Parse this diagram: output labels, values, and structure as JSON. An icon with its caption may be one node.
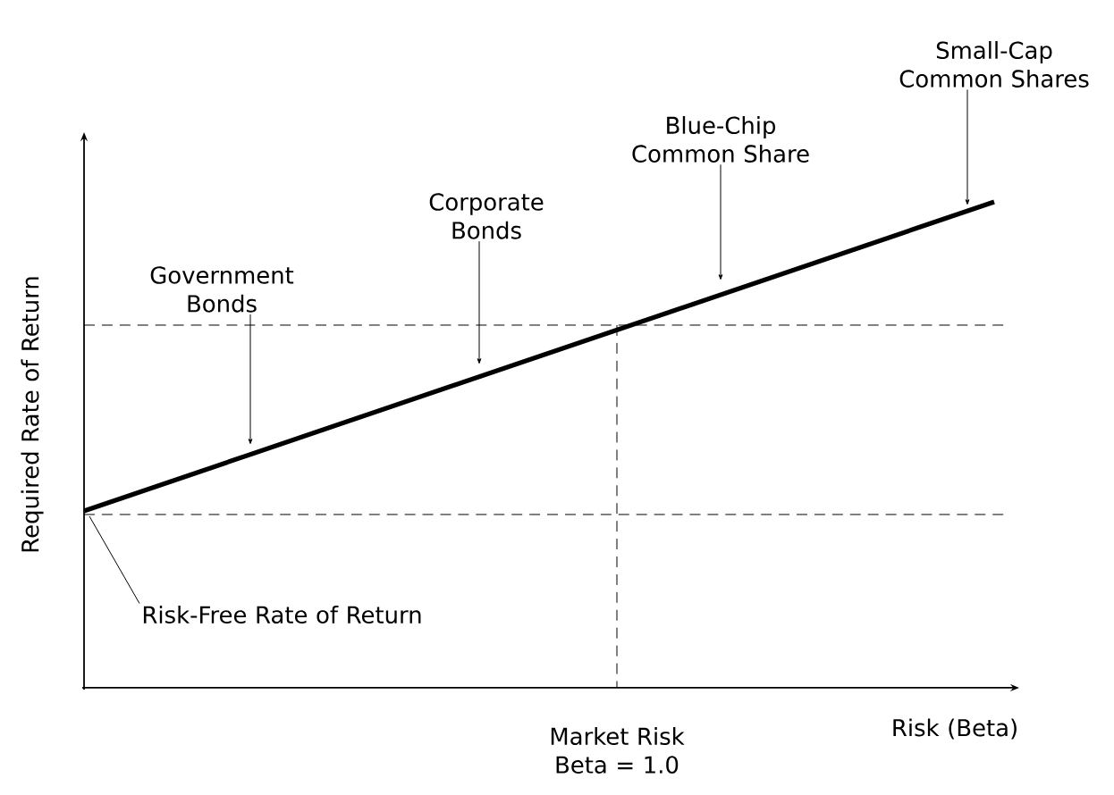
{
  "diagram": {
    "nodes": [
      {
        "text": [
          "Small-Cap Common Shares"
        ]
      },
      {
        "text": [
          "Blue-Chip Common Share"
        ]
      },
      {
        "text": [
          "Corporate Bonds"
        ]
      },
      {
        "text": [
          "Government Bonds"
        ]
      },
      {
        "text": [
          "Risk-Free Rate of Return"
        ]
      }
    ],
    "edges": [
      {
        "from": 0,
        "to": null,
        "arrow": "to"
      },
      {
        "from": 1,
        "to": null,
        "arrow": "to"
      },
      {
        "from": 2,
        "to": null,
        "arrow": "to"
      },
      {
        "from": 3,
        "to": null,
        "arrow": "to"
      },
      {
        "from": 4,
        "to": null,
        "arrow": "none"
      }
    ],
    "labels": [
      "Required Rate of Return",
      "Market Risk Beta = 1.0",
      "Risk (Beta)"
    ]
  }
}
